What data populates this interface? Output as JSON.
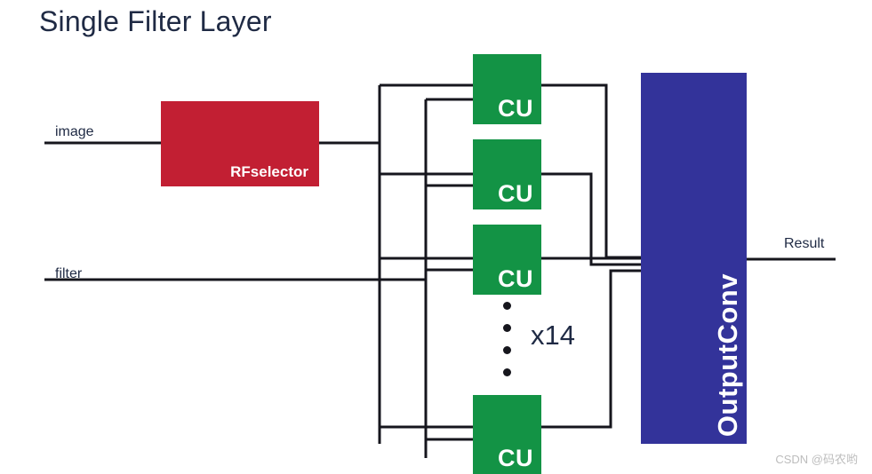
{
  "title": "Single Filter Layer",
  "colors": {
    "rfselector": "#c21f33",
    "cu": "#139345",
    "outputconv": "#33339a",
    "wire": "#16161d",
    "text": "#1f2a44",
    "watermark": "#bdbdbd",
    "background": "#ffffff"
  },
  "nodes": {
    "rfselector": {
      "label": "RFselector"
    },
    "outputconv": {
      "label": "OutputConv"
    },
    "cu_units": [
      {
        "label": "CU"
      },
      {
        "label": "CU"
      },
      {
        "label": "CU"
      },
      {
        "label": "CU"
      }
    ]
  },
  "edges": {
    "image_label": "image",
    "filter_label": "filter",
    "result_label": "Result"
  },
  "annotations": {
    "repeat_count": "x14",
    "ellipsis_dot_count": 4
  },
  "watermark": "CSDN @码农哟"
}
